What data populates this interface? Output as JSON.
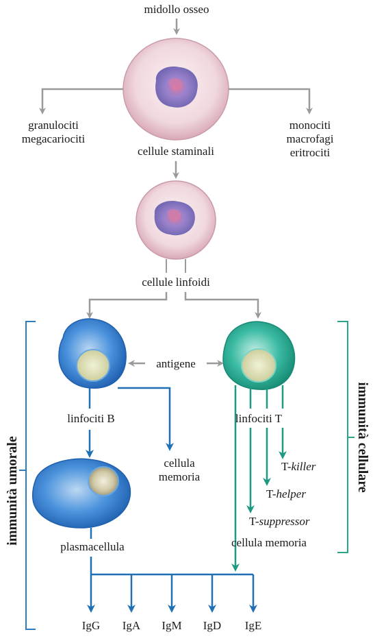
{
  "colors": {
    "gray_arrow": "#9a9a9a",
    "blue_arrow": "#1f6fb5",
    "green_arrow": "#1f9a82",
    "bracket_blue": "#2e7bbf",
    "bracket_green": "#2aa58a",
    "cell_pink": "#f0d9de",
    "nucleus_purple": "#8f7ac0",
    "b_cell_blue": "#2f7fd0",
    "t_cell_green": "#2fb39a",
    "nucleus_yellow": "#dadcb0"
  },
  "labels": {
    "bone_marrow": "midollo osseo",
    "left_lineage_1": "granulociti",
    "left_lineage_2": "megacariociti",
    "right_lineage_1": "monociti",
    "right_lineage_2": "macrofagi",
    "right_lineage_3": "eritrociti",
    "stem_cells": "cellule staminali",
    "lymphoid_cells": "cellule linfoidi",
    "antigen": "antigene",
    "b_lymphocytes": "linfociti B",
    "t_lymphocytes": "linfociti T",
    "memory_cell_line1": "cellula",
    "memory_cell_line2": "memoria",
    "plasma_cell": "plasmacellula",
    "t_killer_prefix": "T-",
    "t_killer_suffix": "killer",
    "t_helper_prefix": "T-",
    "t_helper_suffix": "helper",
    "t_suppressor_prefix": "T-",
    "t_suppressor_suffix": "suppressor",
    "t_memory": "cellula memoria",
    "humoral_immunity": "immunità umorale",
    "cellular_immunity": "immunità cellulare"
  },
  "antibodies": [
    "IgG",
    "IgA",
    "IgM",
    "IgD",
    "IgE"
  ]
}
